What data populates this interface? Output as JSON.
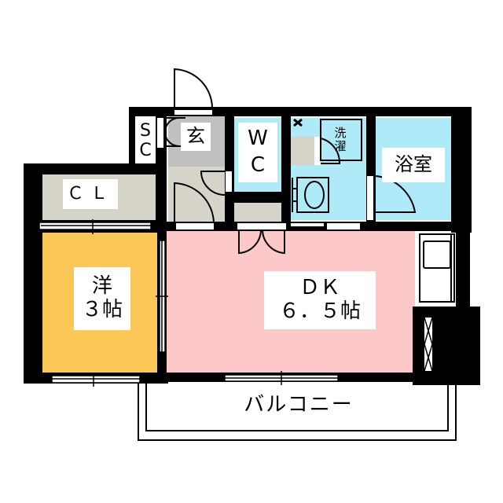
{
  "floor_plan": {
    "rooms": [
      {
        "id": "sc",
        "label": "S\nC",
        "name": "shoe closet"
      },
      {
        "id": "genkan",
        "label": "玄",
        "name": "entrance"
      },
      {
        "id": "wc",
        "label": "W\nC",
        "name": "toilet"
      },
      {
        "id": "laundry",
        "label": "洗\n濯",
        "name": "washing machine space"
      },
      {
        "id": "bath",
        "label": "浴室",
        "name": "bathroom"
      },
      {
        "id": "cl",
        "label": "ＣＬ",
        "name": "closet"
      },
      {
        "id": "western",
        "label": "洋\n３帖",
        "name": "western room 3 jo"
      },
      {
        "id": "dk",
        "label": "ＤＫ\n６．５帖",
        "name": "dining kitchen 6.5 jo"
      },
      {
        "id": "balcony",
        "label": "バルコニー",
        "name": "balcony"
      }
    ],
    "colors": {
      "wall": "#000000",
      "western": "#fbc858",
      "dk": "#fcc8c8",
      "wet": "#aeeaf8",
      "storage": "#d6d3c8",
      "genkan": "#c0c0c0",
      "background": "#ffffff"
    }
  }
}
